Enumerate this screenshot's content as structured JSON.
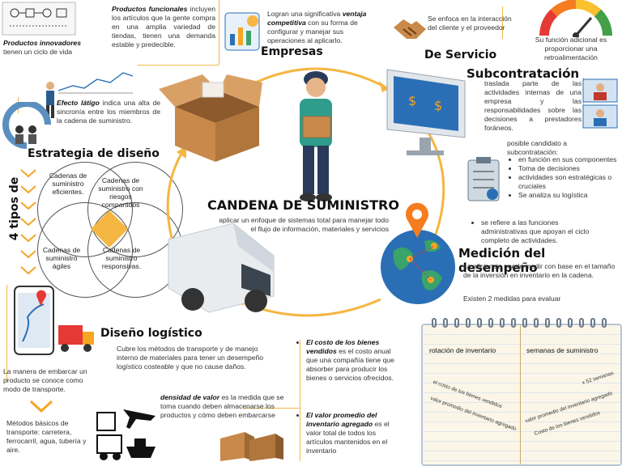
{
  "center": {
    "title": "CANDENA DE SUMINISTRO",
    "subtitle": "aplicar un enfoque de sistemas total para manejar todo el flujo de información, materiales y servicios"
  },
  "productos": {
    "innovadores_title": "Productos innovadores",
    "innovadores_text": "tienen un ciclo de vida",
    "funcionales_title": "Productos funcionales",
    "funcionales_text": "incluyen los artículos que la gente compra en una amplia variedad de tiendas, tienen una demanda estable y predecible."
  },
  "efecto": {
    "title": "Efecto látigo",
    "text": "indica una alta de sincronía entre los miembros de la cadena de suministro."
  },
  "estrategia": {
    "title": "Estrategia de diseño",
    "tipos": "4 tipos de",
    "c1": "Cadenas de suministro eficientes.",
    "c2": "Cadenas de suministro con riesgos compartidos",
    "c3": "Cadenas de suministro ágiles",
    "c4": "Cadenas de suministro responsivas."
  },
  "empresas": {
    "title": "Empresas",
    "text_pre": "Logran una significativa",
    "text_bold": "ventaja competitiva",
    "text_post": "con su forma de configurar y manejar sus operaciones al aplicarlo."
  },
  "servicio": {
    "title": "De Servicio",
    "text": "Se enfoca en la interacción del cliente y el proveedor",
    "extra": "Su función adicional es proporcionar una retroalimentación"
  },
  "subcontratacion": {
    "title": "Subcontratación",
    "text": "traslada parte de las actividades internas de una empresa y las responsabilidades sobre las decisiones a prestadores foráneos.",
    "posible": "posible candidato a subcontratación:",
    "items": [
      "en función en sus componentes",
      "Toma de decisiones",
      "actividades son estratégicas o cruciales",
      "Se analiza su logística"
    ]
  },
  "medicion": {
    "bullet": "se refiere a las funciones administrativas que apoyan el ciclo completo de actividades.",
    "title": "Medición del desempeño",
    "text": "La eficiencia puede medir con base en el tamaño de la inversión en inventario en la cadena.",
    "existen": "Existen 2 medidas  para evaluar",
    "rotacion": "rotación de inventario",
    "semanas": "semanas de suministro",
    "nota1": "el costo de los bienes vendidos",
    "nota2": "valor promedio del inventario agregado",
    "nota3": "valor promedio del inventario agregado",
    "nota4": "Costo de los bienes vendidos",
    "nota5": "x 52 semanas"
  },
  "costos": {
    "costo_bold": "El costo de los bienes vendidos",
    "costo_text": "es el costo anual que una compañía tiene que absorber para producir los bienes o servicios ofrecidos.",
    "valor_bold": "El valor promedio del inventario agregado",
    "valor_text": "es el valor total de todos los artículos mantenidos en el inventario"
  },
  "logistico": {
    "title": "Diseño logístico",
    "text": "Cubre los métodos de transporte y de manejo interno de materiales para tener un desempeño logístico costeable y que no cause daños.",
    "densidad_bold": "densidad de valor",
    "densidad_text": "es la medida que se toma cuando deben almacenarse los productos y cómo deben embarcarse",
    "modo": "La manera de embarcar un producto se conoce como modo de transporte.",
    "metodos": "Métodos básicos de transporte: carretera, ferrocarril, agua, tubería y aire."
  },
  "colors": {
    "accent": "#f5a623",
    "line": "#f0b84a",
    "blue": "#2a6fb5"
  }
}
